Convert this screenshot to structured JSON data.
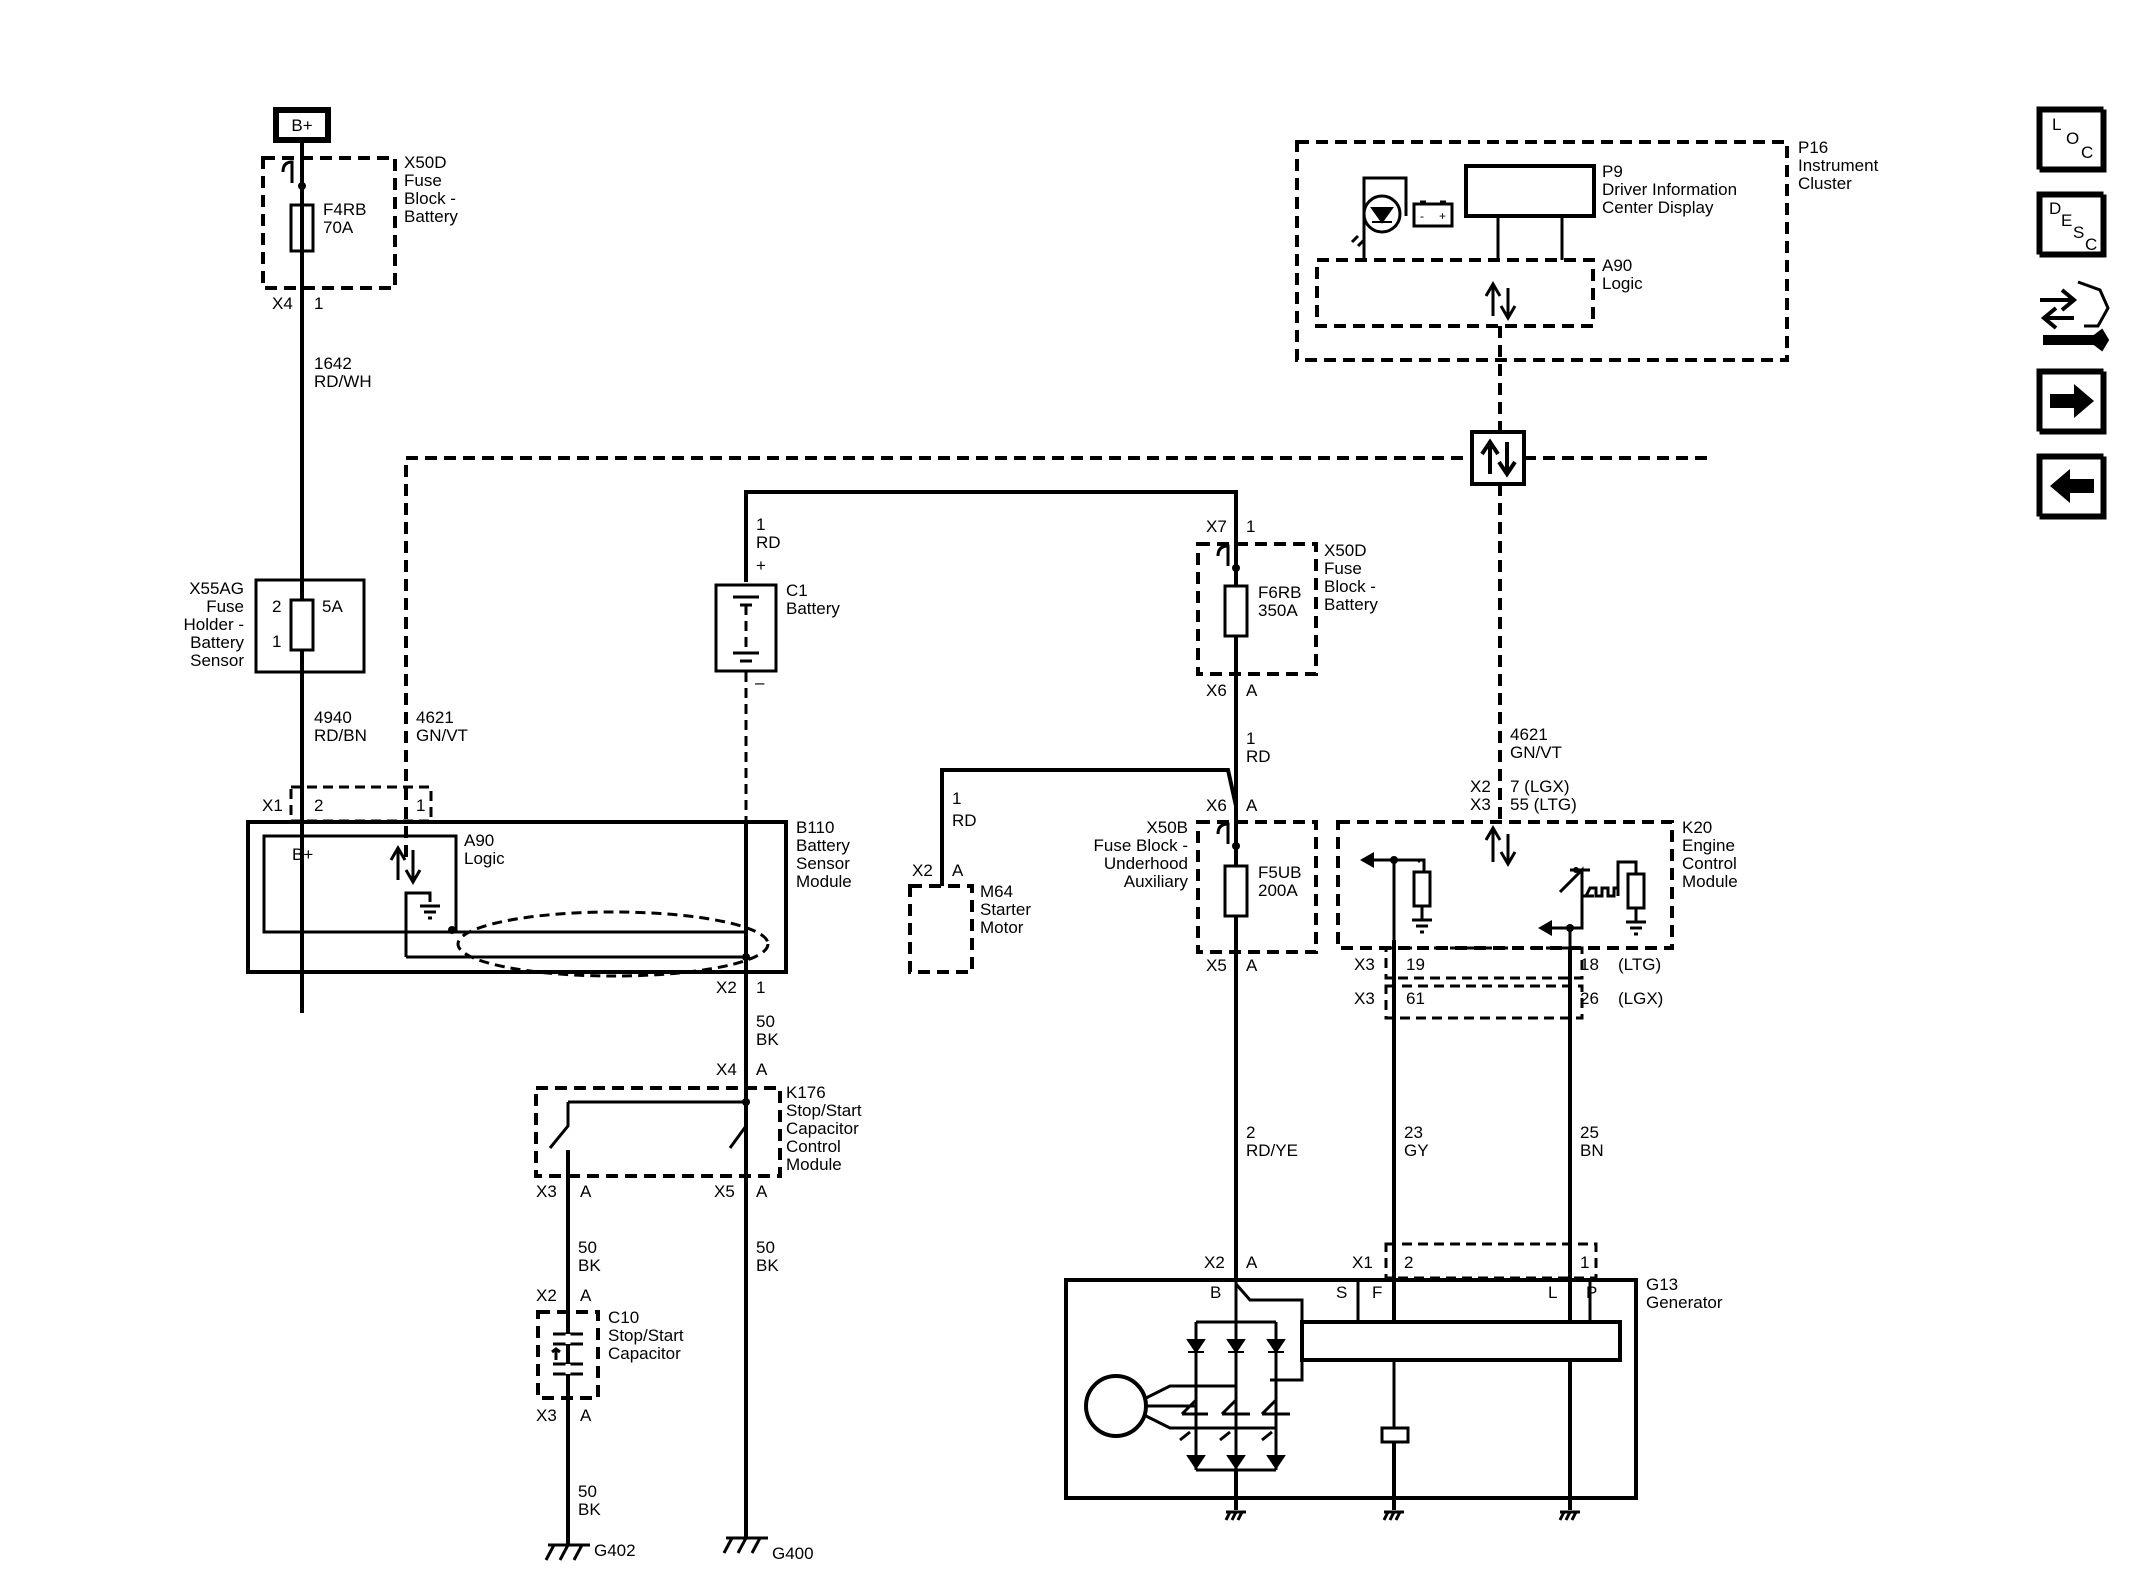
{
  "nav": {
    "loc": [
      "L",
      "O",
      "C"
    ],
    "desc": [
      "D",
      "E",
      "S",
      "C"
    ]
  },
  "labels": {
    "bplus_box": "B+",
    "x50d_top": [
      "X50D",
      "Fuse",
      "Block -",
      "Battery"
    ],
    "f4rb": [
      "F4RB",
      "70A"
    ],
    "x4_1": [
      "X4",
      "1"
    ],
    "w1642": [
      "1642",
      "RD/WH"
    ],
    "x55ag": [
      "X55AG",
      "Fuse",
      "Holder -",
      "Battery",
      "Sensor"
    ],
    "x55ag_pins": [
      "2",
      "1",
      "5A"
    ],
    "w4940": [
      "4940",
      "RD/BN"
    ],
    "w4621_left": [
      "4621",
      "GN/VT"
    ],
    "x1_pins": [
      "X1",
      "2",
      "1"
    ],
    "b110": [
      "B110",
      "Battery",
      "Sensor",
      "Module"
    ],
    "a90_left": [
      "A90",
      "Logic"
    ],
    "bplus_inner": "B+",
    "x2_1": [
      "X2",
      "1"
    ],
    "w50_bk": [
      "50",
      "BK"
    ],
    "x4_a": [
      "X4",
      "A"
    ],
    "k176": [
      "K176",
      "Stop/Start",
      "Capacitor",
      "Control",
      "Module"
    ],
    "x3_a": [
      "X3",
      "A"
    ],
    "x5_a": [
      "X5",
      "A"
    ],
    "c10_x2": [
      "X2",
      "A"
    ],
    "c10": [
      "C10",
      "Stop/Start",
      "Capacitor"
    ],
    "c10_x3": [
      "X3",
      "A"
    ],
    "g402": "G402",
    "g400": "G400",
    "c1_wire": [
      "1",
      "RD",
      "+"
    ],
    "c1": [
      "C1",
      "Battery"
    ],
    "c1_minus": "–",
    "x7_1": [
      "X7",
      "1"
    ],
    "x50d_mid": [
      "X50D",
      "Fuse",
      "Block -",
      "Battery"
    ],
    "f6rb": [
      "F6RB",
      "350A"
    ],
    "x6_a_top": [
      "X6",
      "A"
    ],
    "w1_rd": [
      "1",
      "RD"
    ],
    "x6_a": [
      "X6",
      "A"
    ],
    "x50b": [
      "X50B",
      "Fuse Block -",
      "Underhood",
      "Auxiliary"
    ],
    "f5ub": [
      "F5UB",
      "200A"
    ],
    "x5_a2": [
      "X5",
      "A"
    ],
    "m64_wire": [
      "1",
      "RD"
    ],
    "m64_x2": [
      "X2",
      "A"
    ],
    "m64": [
      "M64",
      "Starter",
      "Motor"
    ],
    "w2_rdye": [
      "2",
      "RD/YE"
    ],
    "x2_a_gen": [
      "X2",
      "A"
    ],
    "p16": [
      "P16",
      "Instrument",
      "Cluster"
    ],
    "p9": [
      "P9",
      "Driver Information",
      "Center Display"
    ],
    "a90_top": [
      "A90",
      "Logic"
    ],
    "w4621_right": [
      "4621",
      "GN/VT"
    ],
    "k20_conn": [
      "X2",
      "X3",
      "7 (LGX)",
      "55 (LTG)"
    ],
    "k20": [
      "K20",
      "Engine",
      "Control",
      "Module"
    ],
    "x3_row1": [
      "X3",
      "19",
      "18",
      "(LTG)"
    ],
    "x3_row2": [
      "X3",
      "61",
      "26",
      "(LGX)"
    ],
    "w23": [
      "23",
      "GY"
    ],
    "w25": [
      "25",
      "BN"
    ],
    "x1_gen": [
      "X1",
      "2",
      "1"
    ],
    "g13": [
      "G13",
      "Generator"
    ],
    "gen_pins": [
      "B",
      "S",
      "F",
      "L",
      "P"
    ]
  }
}
